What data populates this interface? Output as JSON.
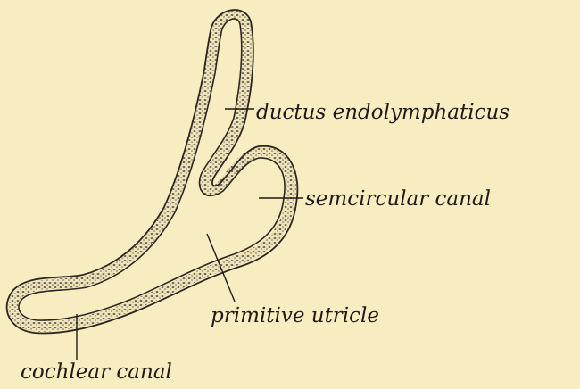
{
  "figure": {
    "labels": {
      "ductus_endolymphaticus": "ductus endolymphaticus",
      "semicircular_canal": "semcircular canal",
      "primitive_utricle": "primitive utricle",
      "cochlear_canal": "cochlear canal"
    },
    "colors": {
      "background": "#f8ecc1",
      "ink": "#1f1a15"
    }
  }
}
